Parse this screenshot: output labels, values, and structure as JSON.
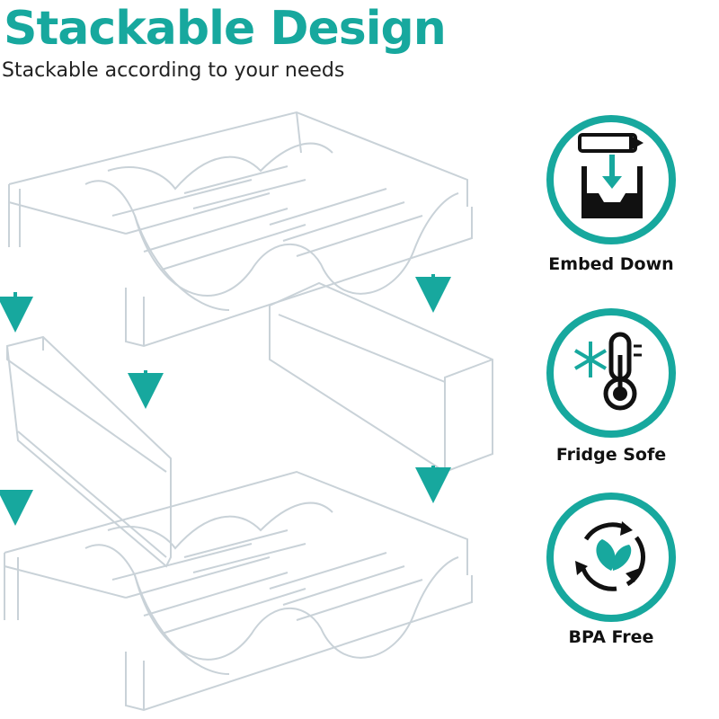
{
  "header": {
    "title": "Stackable Design",
    "subtitle": "Stackable according to your needs"
  },
  "colors": {
    "accent": "#17A89E",
    "icon_dark": "#111111",
    "acrylic_stroke": "#C9D2D8",
    "arrow": "#17A89E"
  },
  "features": [
    {
      "label": "Embed Down",
      "icon": "embed-down-icon"
    },
    {
      "label": "Fridge Sofe",
      "icon": "fridge-safe-icon"
    },
    {
      "label": "BPA Free",
      "icon": "bpa-free-icon"
    }
  ]
}
